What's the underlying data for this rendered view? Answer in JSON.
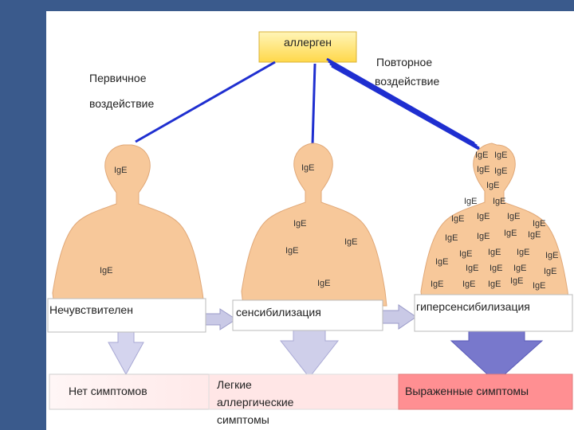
{
  "allergen": "аллерген",
  "primary_exposure": [
    "Первичное",
    "воздействие"
  ],
  "repeated_exposure": [
    "Повторное",
    "воздействие"
  ],
  "antibody_label": "IgE",
  "states": [
    "Нечувствителен",
    "сенсибилизация",
    "гиперсенсибилизация"
  ],
  "outcomes": [
    [
      "Нет симптомов"
    ],
    [
      "Легкие",
      "аллергические",
      "симптомы"
    ],
    [
      "Выраженные симптомы"
    ]
  ],
  "colors": {
    "skin": "#f7c89a",
    "allergen_box": "#ffe98a",
    "arrow_blue": "#1f2fd0",
    "state_box": "#ffffff",
    "outcome_box_1": "#fff3f3",
    "outcome_box_2": "#ffdede",
    "outcome_box_3": "#ff8f92",
    "down_arrow": "#c9c9e6",
    "down_arrow_dark": "#7070c8"
  }
}
